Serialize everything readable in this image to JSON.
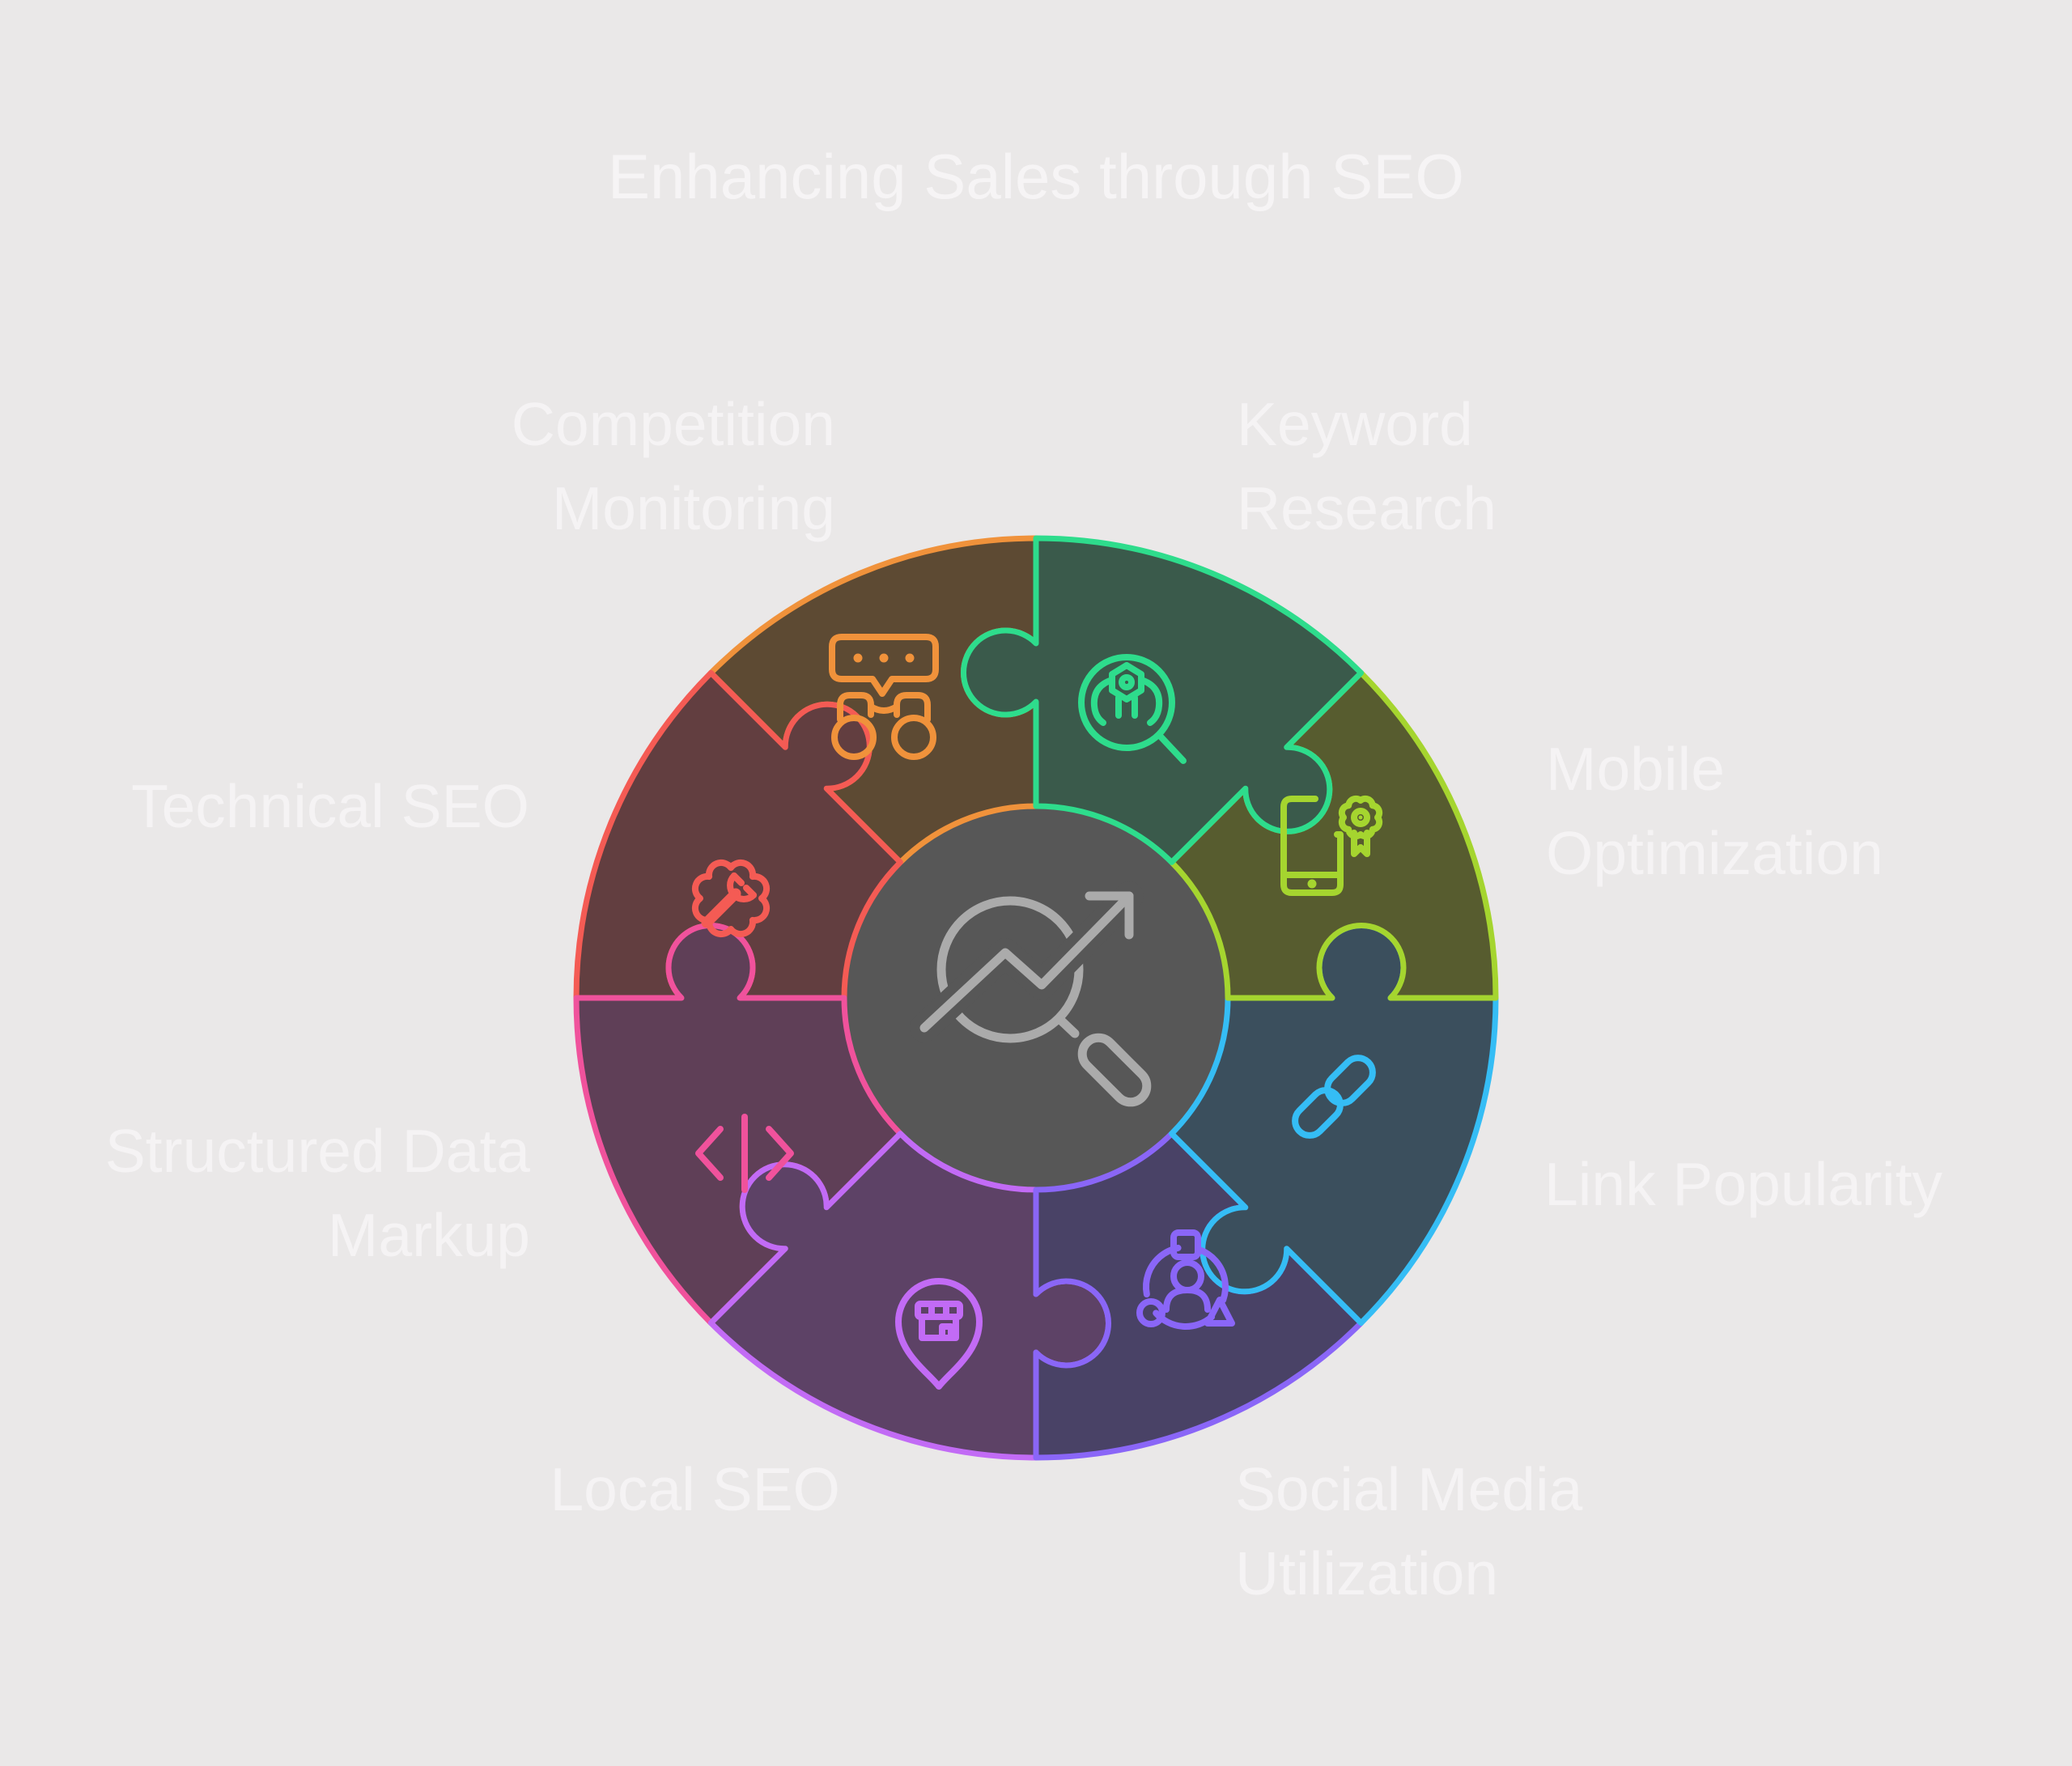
{
  "title": "Enhancing Sales through SEO",
  "colors": {
    "background": "#EAE8E8",
    "text": "#F5F3F4"
  },
  "center": {
    "icon": "trend-magnifier-icon",
    "fill": "#575757",
    "icon_color": "#ABABAB"
  },
  "segments": [
    {
      "id": "keyword-research",
      "label": "Keyword\nResearch",
      "border": "#2EDC8C",
      "fill": "#3A5A4B",
      "icon": "crawler-magnifier-icon"
    },
    {
      "id": "mobile-optimization",
      "label": "Mobile\nOptimization",
      "border": "#A5D52F",
      "fill": "#575C2F",
      "icon": "phone-badge-icon"
    },
    {
      "id": "link-popularity",
      "label": "Link Popularity",
      "border": "#35BDF5",
      "fill": "#3B4F5D",
      "icon": "chain-link-icon"
    },
    {
      "id": "social-media-utilization",
      "label": "Social Media\nUtilization",
      "border": "#8A66F7",
      "fill": "#494266",
      "icon": "audience-shapes-icon"
    },
    {
      "id": "local-seo",
      "label": "Local SEO",
      "border": "#C26BF5",
      "fill": "#5D4266",
      "icon": "store-pin-icon"
    },
    {
      "id": "structured-data-markup",
      "label": "Structured Data\nMarkup",
      "border": "#F0529C",
      "fill": "#5F3F57",
      "icon": "code-brackets-icon"
    },
    {
      "id": "technical-seo",
      "label": "Technical SEO",
      "border": "#F45B54",
      "fill": "#623E40",
      "icon": "gear-wrench-icon"
    },
    {
      "id": "competition-monitoring",
      "label": "Competition\nMonitoring",
      "border": "#F0923B",
      "fill": "#5D4A33",
      "icon": "binoculars-chat-icon"
    }
  ]
}
